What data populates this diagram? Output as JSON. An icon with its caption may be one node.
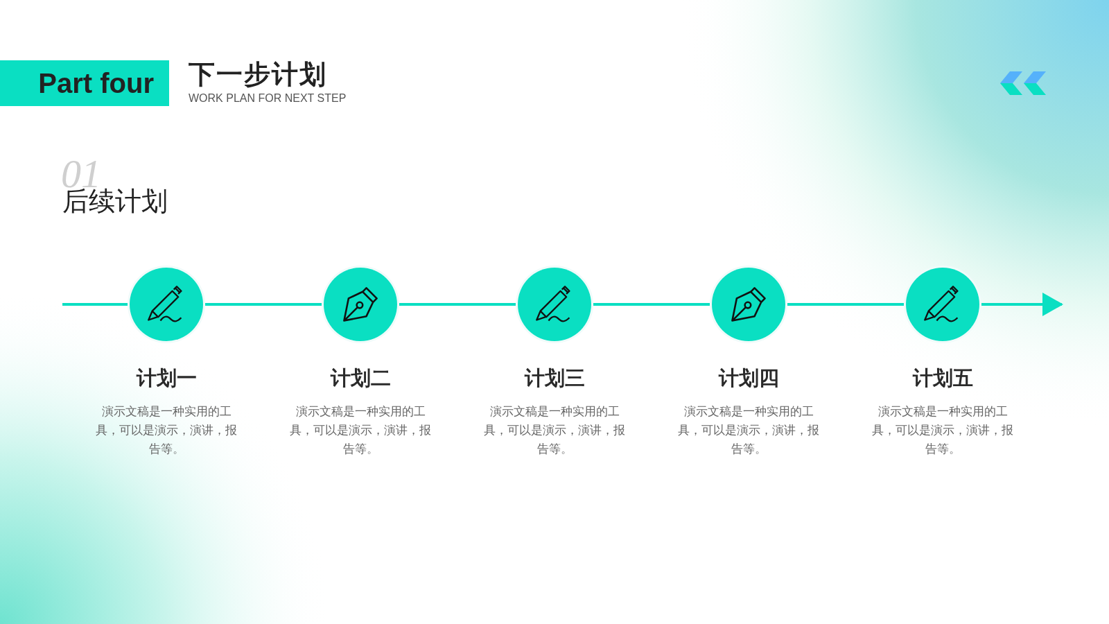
{
  "diagram": {
    "title": "下一步计划",
    "nodes": [
      {
        "text": [
          "Part four"
        ]
      },
      {
        "text": [],
        "shape": "circle",
        "beside": [
          "计划一",
          "演示文稿是一种实用的工具，可以是演示，演讲，报告等。"
        ]
      },
      {
        "text": [],
        "shape": "circle",
        "beside": [
          "计划二",
          "演示文稿是一种实用的工具，可以是演示，演讲，报告等。"
        ]
      },
      {
        "text": [],
        "shape": "circle",
        "beside": [
          "计划三",
          "演示文稿是一种实用的工具，可以是演示，演讲，报告等。"
        ]
      },
      {
        "text": [],
        "shape": "circle",
        "beside": [
          "计划四",
          "演示文稿是一种实用的工具，可以是演示，演讲，报告等。"
        ]
      },
      {
        "text": [],
        "shape": "circle",
        "beside": [
          "计划五",
          "演示文稿是一种实用的工具，可以是演示，演讲，报告等。"
        ]
      }
    ],
    "edges": [
      {
        "from": null,
        "to": 1,
        "arrow": "none"
      },
      {
        "from": 1,
        "to": 2,
        "arrow": "none"
      },
      {
        "from": 2,
        "to": 3,
        "arrow": "none"
      },
      {
        "from": 3,
        "to": 4,
        "arrow": "none"
      },
      {
        "from": 4,
        "to": 5,
        "arrow": "none"
      },
      {
        "from": 5,
        "to": null,
        "arrow": "to"
      }
    ],
    "labels": [
      "WORK PLAN FOR NEXT STEP",
      "01",
      "后续计划"
    ]
  }
}
